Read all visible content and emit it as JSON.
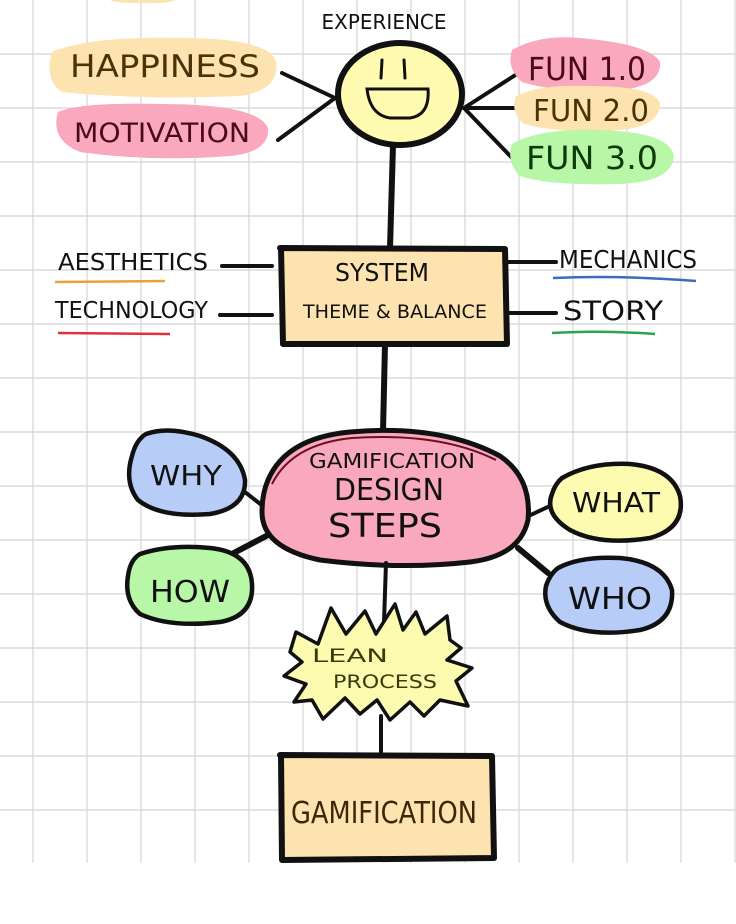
{
  "diagram": {
    "title": "Gamification mind map",
    "colors": {
      "orange": "#fde3b0",
      "pink": "#f9a8bd",
      "green": "#b8f7a8",
      "yellow": "#fdfbb0",
      "blue": "#b8ccf8",
      "ink": "#111111",
      "aesthetics_underline": "#e8a23c",
      "technology_underline": "#e0303c",
      "mechanics_underline": "#3a6db8",
      "story_underline": "#2aa350"
    },
    "experience": {
      "label": "EXPERIENCE",
      "icon": "smiley-face-icon",
      "left_items": [
        {
          "label": "HAPPINESS",
          "color": "orange"
        },
        {
          "label": "MOTIVATION",
          "color": "pink"
        }
      ],
      "right_items": [
        {
          "label": "FUN 1.0",
          "color": "pink"
        },
        {
          "label": "FUN 2.0",
          "color": "orange"
        },
        {
          "label": "FUN 3.0",
          "color": "green"
        }
      ]
    },
    "system": {
      "line1": "SYSTEM",
      "line2": "THEME & BALANCE",
      "left_items": [
        {
          "label": "AESTHETICS",
          "underline": "orange"
        },
        {
          "label": "TECHNOLOGY",
          "underline": "red"
        }
      ],
      "right_items": [
        {
          "label": "MECHANICS",
          "underline": "blue"
        },
        {
          "label": "STORY",
          "underline": "green"
        }
      ]
    },
    "design_steps": {
      "line1": "GAMIFICATION",
      "line2": "DESIGN",
      "line3": "STEPS",
      "bubbles": [
        {
          "label": "WHY",
          "color": "blue"
        },
        {
          "label": "HOW",
          "color": "green"
        },
        {
          "label": "WHAT",
          "color": "yellow"
        },
        {
          "label": "WHO",
          "color": "blue"
        }
      ]
    },
    "lean": {
      "line1": "LEAN",
      "line2": "PROCESS"
    },
    "gamification": {
      "label": "GAMIFICATION"
    }
  }
}
